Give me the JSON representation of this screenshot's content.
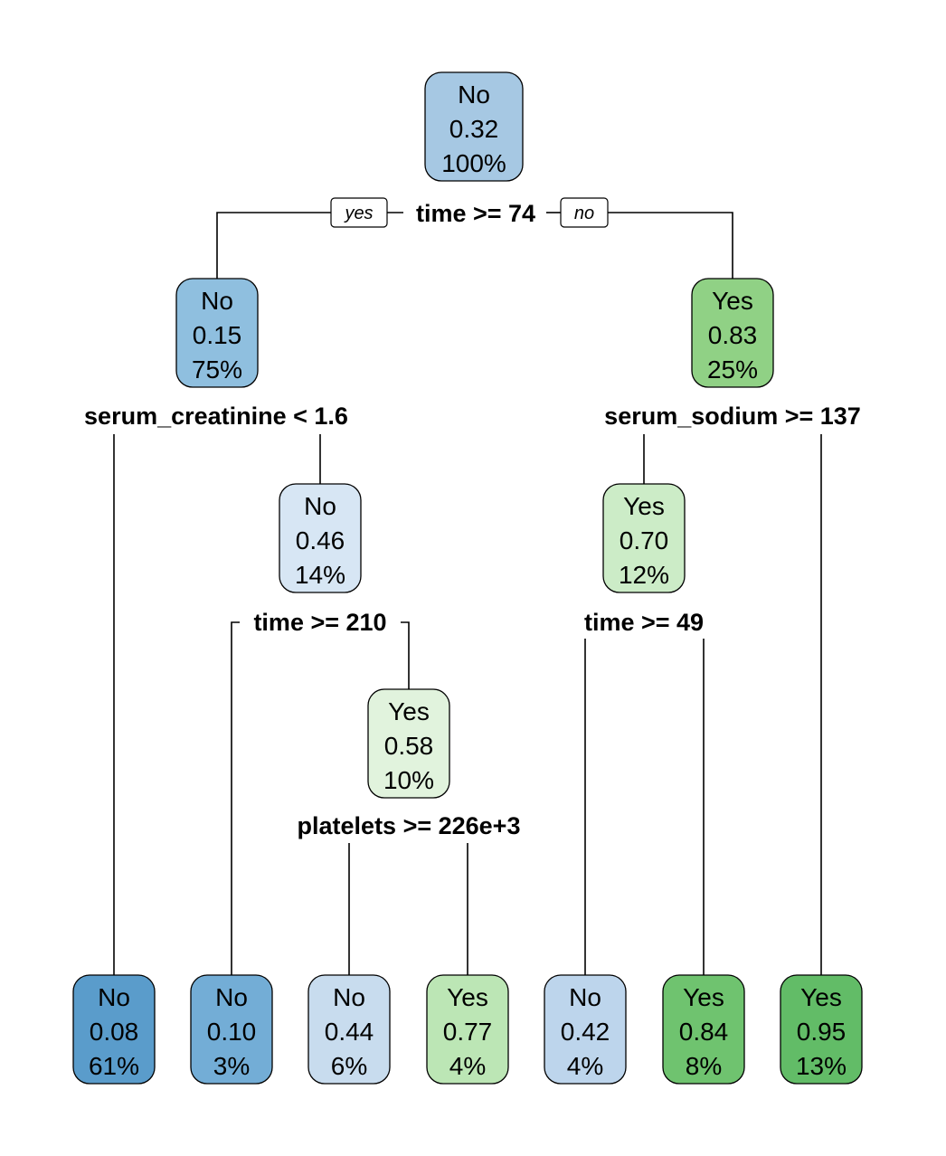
{
  "colors": {
    "no_dark": "#5a9ccb",
    "no_mid": "#73add6",
    "no_soft": "#8fbfdf",
    "no_light": "#a6c8e3",
    "no_pale": "#bdd5ec",
    "no_paler": "#c8dcee",
    "no_palest": "#d7e6f4",
    "yes_dark": "#62bc67",
    "yes_mid": "#6fc36f",
    "yes_soft": "#90d185",
    "yes_light": "#bce6b5",
    "yes_pale": "#ccecc7",
    "yes_palest": "#e1f3dd"
  },
  "tags": {
    "yes": "yes",
    "no": "no"
  },
  "nodes": {
    "root": {
      "label": "No",
      "prob": "0.32",
      "pct": "100%",
      "color": "no_light"
    },
    "n_left": {
      "label": "No",
      "prob": "0.15",
      "pct": "75%",
      "color": "no_soft"
    },
    "n_right": {
      "label": "Yes",
      "prob": "0.83",
      "pct": "25%",
      "color": "yes_soft"
    },
    "n_time210": {
      "label": "No",
      "prob": "0.46",
      "pct": "14%",
      "color": "no_palest"
    },
    "n_platelets": {
      "label": "Yes",
      "prob": "0.58",
      "pct": "10%",
      "color": "yes_palest"
    },
    "n_time49": {
      "label": "Yes",
      "prob": "0.70",
      "pct": "12%",
      "color": "yes_pale"
    },
    "leaf1": {
      "label": "No",
      "prob": "0.08",
      "pct": "61%",
      "color": "no_dark"
    },
    "leaf2": {
      "label": "No",
      "prob": "0.10",
      "pct": "3%",
      "color": "no_mid"
    },
    "leaf3": {
      "label": "No",
      "prob": "0.44",
      "pct": "6%",
      "color": "no_paler"
    },
    "leaf4": {
      "label": "Yes",
      "prob": "0.77",
      "pct": "4%",
      "color": "yes_light"
    },
    "leaf5": {
      "label": "No",
      "prob": "0.42",
      "pct": "4%",
      "color": "no_pale"
    },
    "leaf6": {
      "label": "Yes",
      "prob": "0.84",
      "pct": "8%",
      "color": "yes_mid"
    },
    "leaf7": {
      "label": "Yes",
      "prob": "0.95",
      "pct": "13%",
      "color": "yes_dark"
    }
  },
  "splits": {
    "root": "time >= 74",
    "n_left": "serum_creatinine < 1.6",
    "n_right": "serum_sodium >= 137",
    "n_time210": "time >= 210",
    "n_platelets": "platelets >= 226e+3",
    "n_time49": "time >= 49"
  }
}
